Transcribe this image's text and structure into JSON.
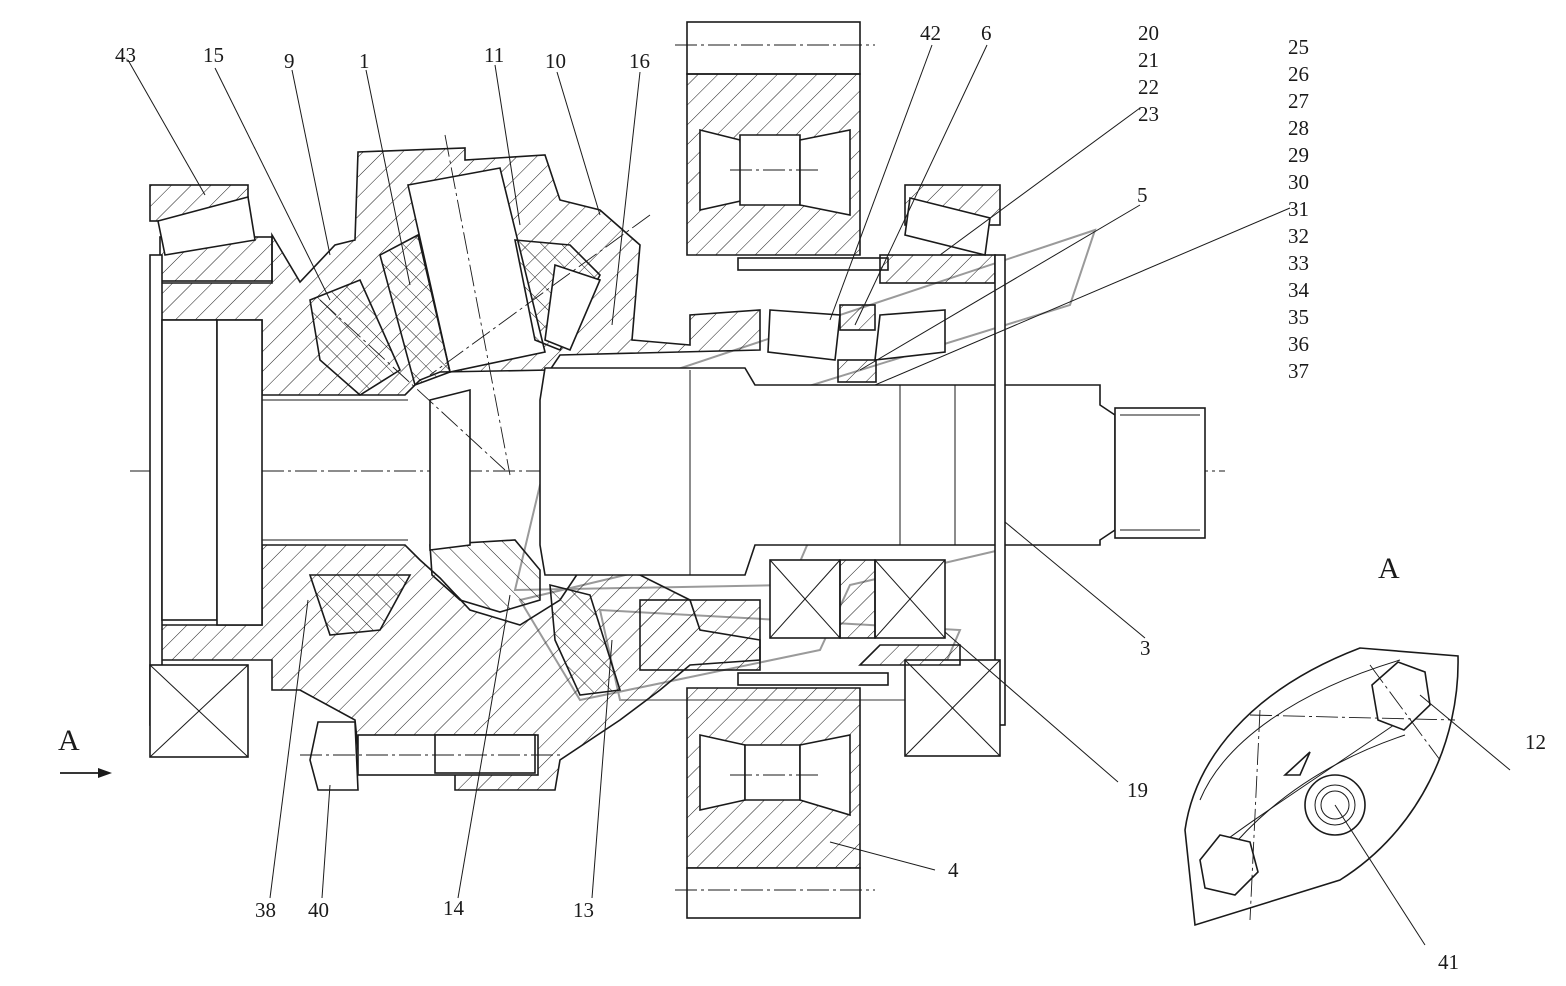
{
  "drawing": {
    "labels": {
      "l43": "43",
      "l15": "15",
      "l9": "9",
      "l1": "1",
      "l11": "11",
      "l10": "10",
      "l16": "16",
      "l42": "42",
      "l6": "6",
      "l20": "20",
      "l21": "21",
      "l22": "22",
      "l23": "23",
      "l25": "25",
      "l26": "26",
      "l27": "27",
      "l28": "28",
      "l29": "29",
      "l30": "30",
      "l31": "31",
      "l32": "32",
      "l33": "33",
      "l34": "34",
      "l35": "35",
      "l36": "36",
      "l37": "37",
      "l5": "5",
      "l3": "3",
      "l19": "19",
      "l4": "4",
      "l38": "38",
      "l40": "40",
      "l14": "14",
      "l13": "13",
      "l12": "12",
      "l41": "41"
    },
    "view_label": "A",
    "arrow_label": "A"
  }
}
